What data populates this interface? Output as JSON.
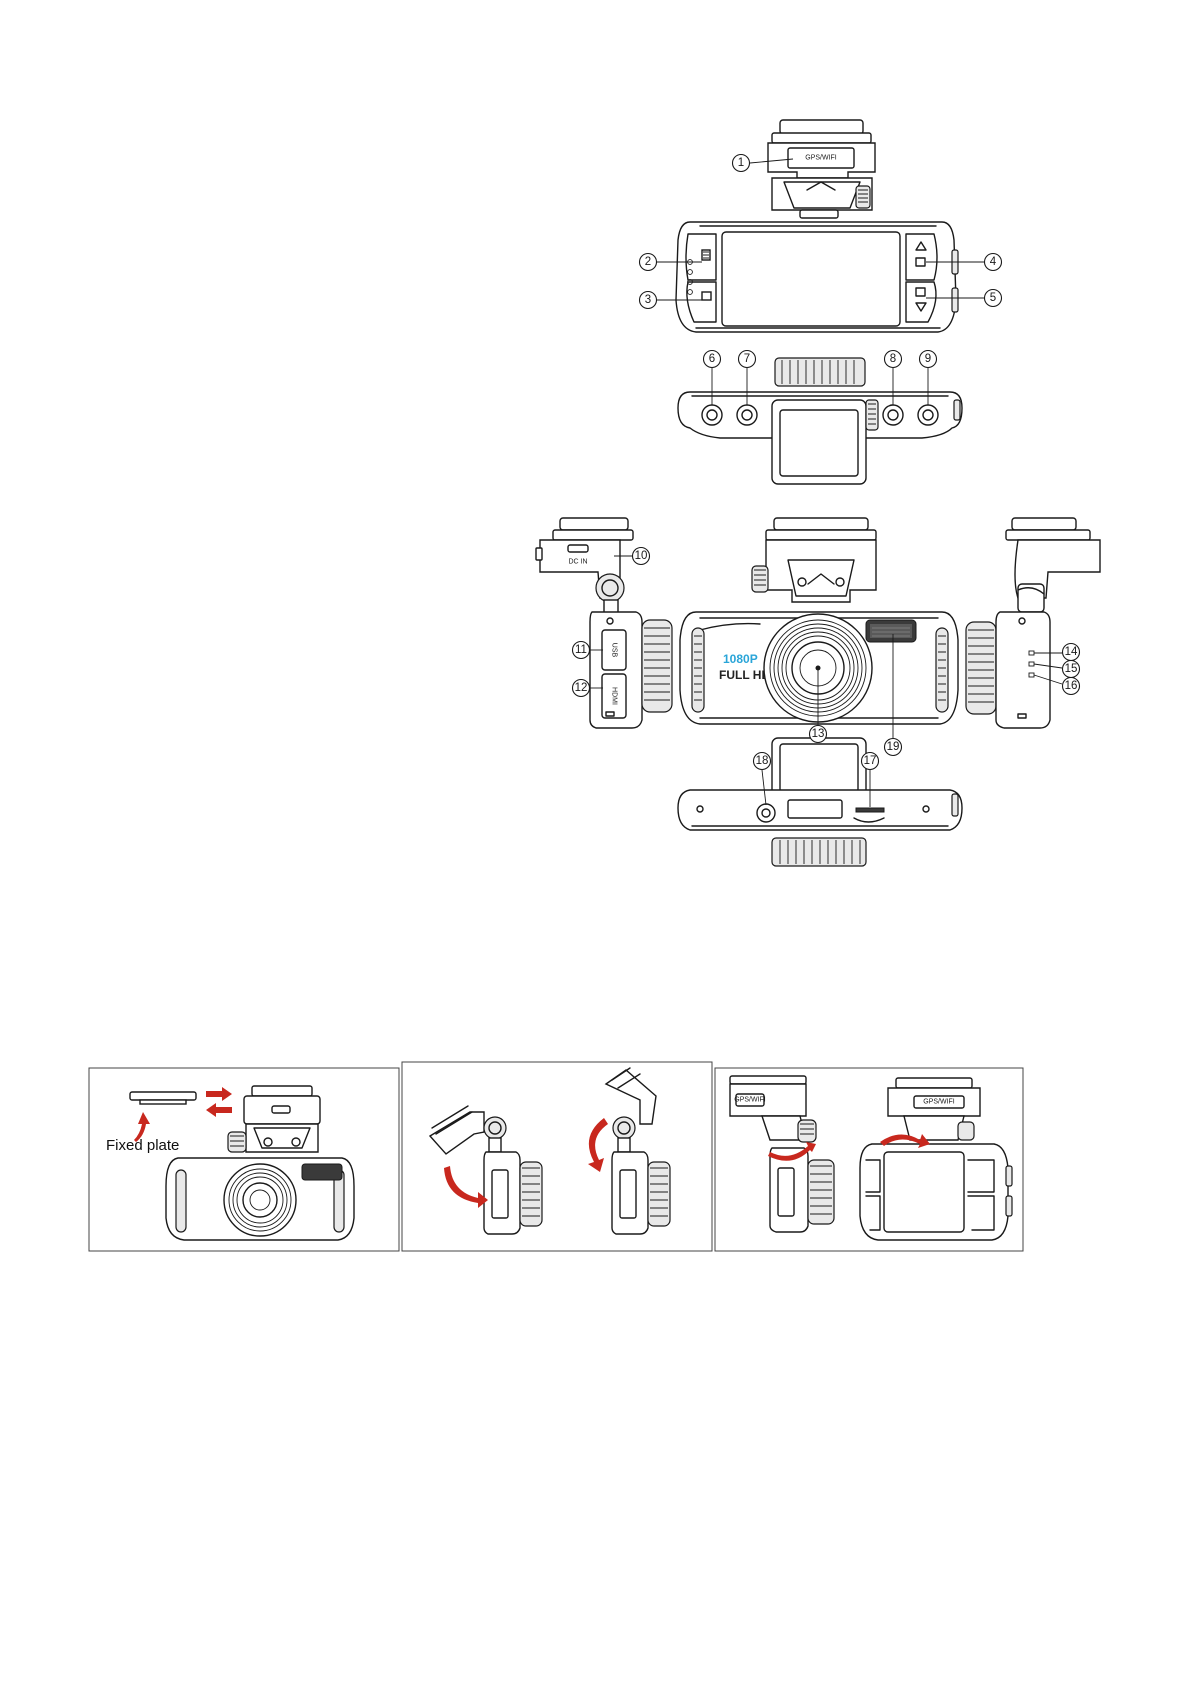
{
  "callouts": [
    "1",
    "2",
    "3",
    "4",
    "5",
    "6",
    "7",
    "8",
    "9",
    "10",
    "11",
    "12",
    "13",
    "14",
    "15",
    "16",
    "17",
    "18",
    "19"
  ],
  "device_labels": {
    "gps_wifi": "GPS/WIFI",
    "dc_in": "DC IN",
    "usb": "USB",
    "hdmi": "HDMI",
    "resolution_top": "1080P",
    "resolution_bottom": "FULL HD"
  },
  "mount_steps": {
    "step1_label": "Fixed plate"
  },
  "colors": {
    "arrow": "#c8281e",
    "hd_text": "#2aa5d8",
    "line": "#1a1a1a"
  },
  "icons": [
    "menu-icon",
    "mode-icon",
    "up-arrow-icon",
    "down-arrow-icon",
    "record-icon",
    "power-icon",
    "reset-icon",
    "lock-icon",
    "emergency-icon"
  ]
}
